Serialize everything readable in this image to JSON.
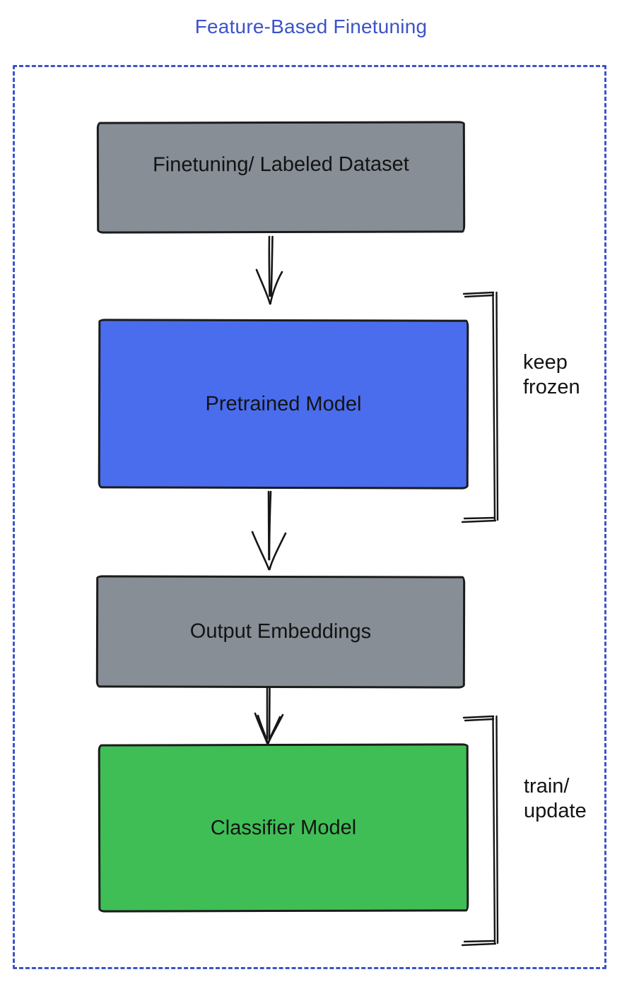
{
  "title": {
    "text": "Feature-Based Finetuning",
    "color": "#3C53C9"
  },
  "frame": {
    "style": "dashed",
    "border_color": "#3C53C9"
  },
  "boxes": [
    {
      "label": "Finetuning/ Labeled Dataset",
      "fill": "#878E96"
    },
    {
      "label": "Pretrained Model",
      "fill": "#4A6DEE"
    },
    {
      "label": "Output Embeddings",
      "fill": "#878E96"
    },
    {
      "label": "Classifier Model",
      "fill": "#3FBE56"
    }
  ],
  "arrows": [
    {
      "name": "dataset-to-pretrained",
      "direction": "down"
    },
    {
      "name": "pretrained-to-embeddings",
      "direction": "down"
    },
    {
      "name": "embeddings-to-classifier",
      "direction": "down"
    }
  ],
  "annotations": [
    {
      "line1": "keep",
      "line2": "frozen"
    },
    {
      "line1": "train/",
      "line2": "update"
    }
  ],
  "colors": {
    "stroke": "#161616",
    "text": "#131313"
  }
}
